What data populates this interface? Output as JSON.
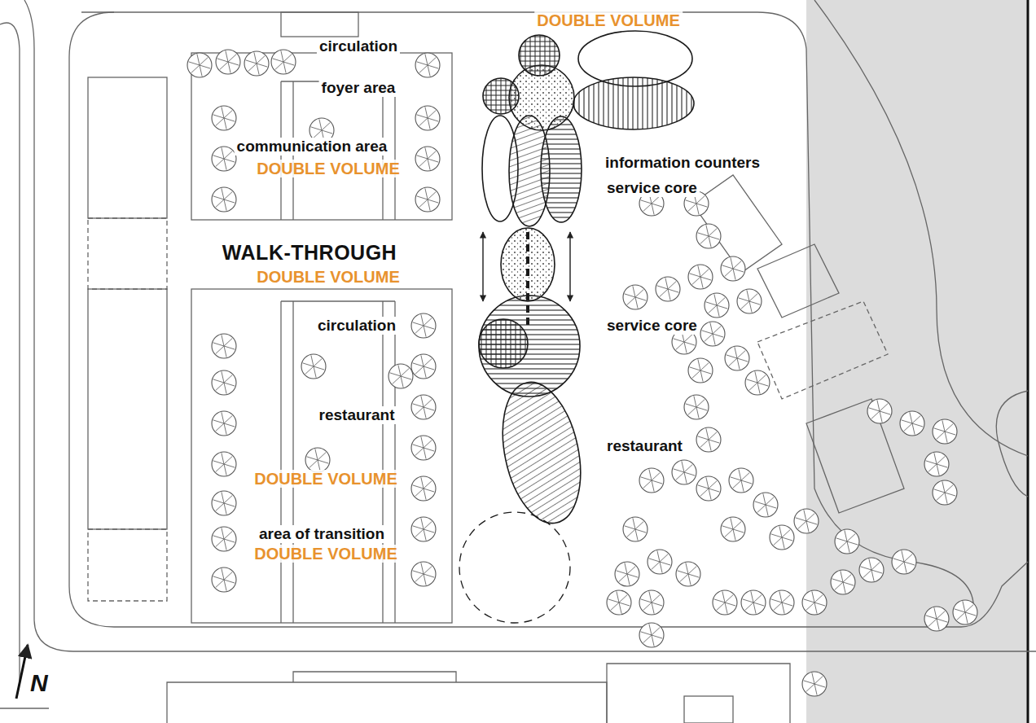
{
  "diagram": {
    "labels": [
      "DOUBLE VOLUME",
      "circulation",
      "foyer area",
      "communication area",
      "DOUBLE VOLUME",
      "information counters",
      "service core",
      "WALK-THROUGH",
      "DOUBLE VOLUME",
      "circulation",
      "service core",
      "restaurant",
      "restaurant",
      "DOUBLE VOLUME",
      "area of transition",
      "DOUBLE VOLUME",
      "N"
    ]
  }
}
